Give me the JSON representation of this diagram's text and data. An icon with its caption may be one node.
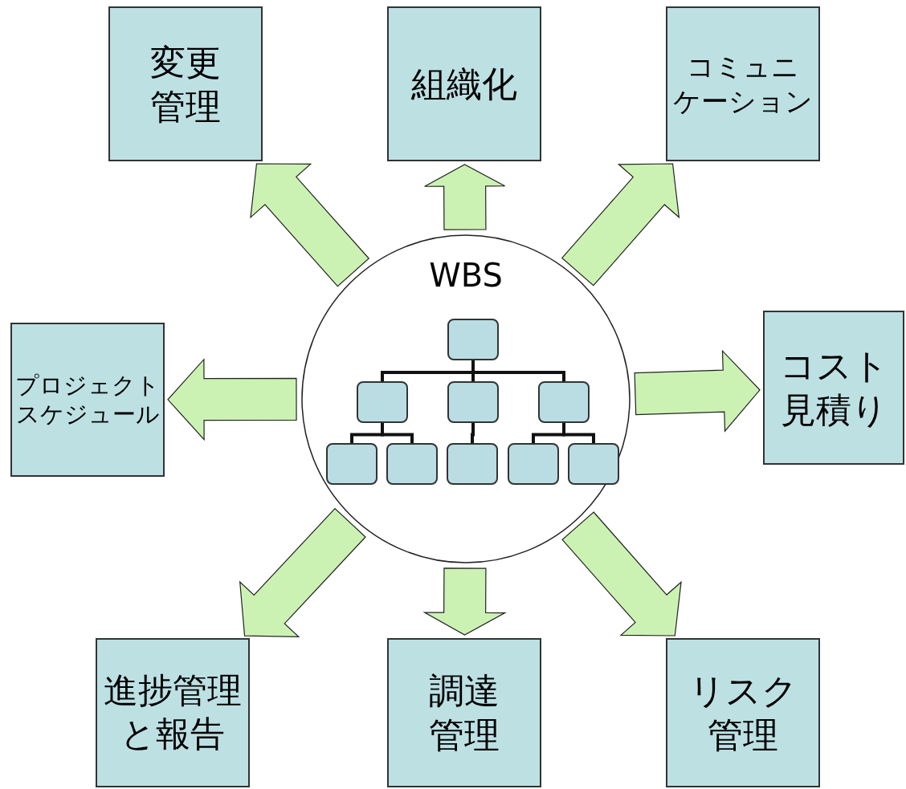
{
  "diagram": {
    "nodes": [
      {
        "text": [
          "WBS"
        ]
      },
      {
        "text": [],
        "shape": "box",
        "in": 0
      },
      {
        "text": [],
        "shape": "box",
        "in": 0
      },
      {
        "text": [],
        "shape": "box",
        "in": 0
      },
      {
        "text": [],
        "shape": "box",
        "in": 0
      },
      {
        "text": [],
        "shape": "box",
        "in": 0
      },
      {
        "text": [],
        "shape": "box",
        "in": 0
      },
      {
        "text": [],
        "shape": "box",
        "in": 0
      },
      {
        "text": [],
        "shape": "box",
        "in": 0
      },
      {
        "text": [],
        "shape": "box",
        "in": 0
      },
      {
        "text": [
          "変更管理"
        ]
      },
      {
        "text": [
          "組織化"
        ]
      },
      {
        "text": [
          "コミュニケーション"
        ]
      },
      {
        "text": [
          "プロジェクトスケジュール"
        ]
      },
      {
        "text": [
          "コスト見積り"
        ]
      },
      {
        "text": [
          "進捗管理と報告"
        ]
      },
      {
        "text": [
          "調達管理"
        ]
      },
      {
        "text": [
          "リスク管理"
        ]
      }
    ],
    "edges": [
      {
        "from": 1,
        "to": 2,
        "arrow": "none"
      },
      {
        "from": 1,
        "to": 3,
        "arrow": "none"
      },
      {
        "from": 1,
        "to": 4,
        "arrow": "none"
      },
      {
        "from": 2,
        "to": 5,
        "arrow": "none"
      },
      {
        "from": 2,
        "to": 6,
        "arrow": "none"
      },
      {
        "from": 3,
        "to": 7,
        "arrow": "none"
      },
      {
        "from": 4,
        "to": 8,
        "arrow": "none"
      },
      {
        "from": 4,
        "to": 9,
        "arrow": "none"
      },
      {
        "from": 0,
        "to": 10,
        "arrow": "to"
      },
      {
        "from": 0,
        "to": 11,
        "arrow": "to"
      },
      {
        "from": 0,
        "to": 12,
        "arrow": "to"
      },
      {
        "from": 0,
        "to": 13,
        "arrow": "to"
      },
      {
        "from": 0,
        "to": 14,
        "arrow": "to"
      },
      {
        "from": 0,
        "to": 15,
        "arrow": "to"
      },
      {
        "from": 0,
        "to": 16,
        "arrow": "to"
      },
      {
        "from": 0,
        "to": 17,
        "arrow": "to"
      }
    ]
  }
}
